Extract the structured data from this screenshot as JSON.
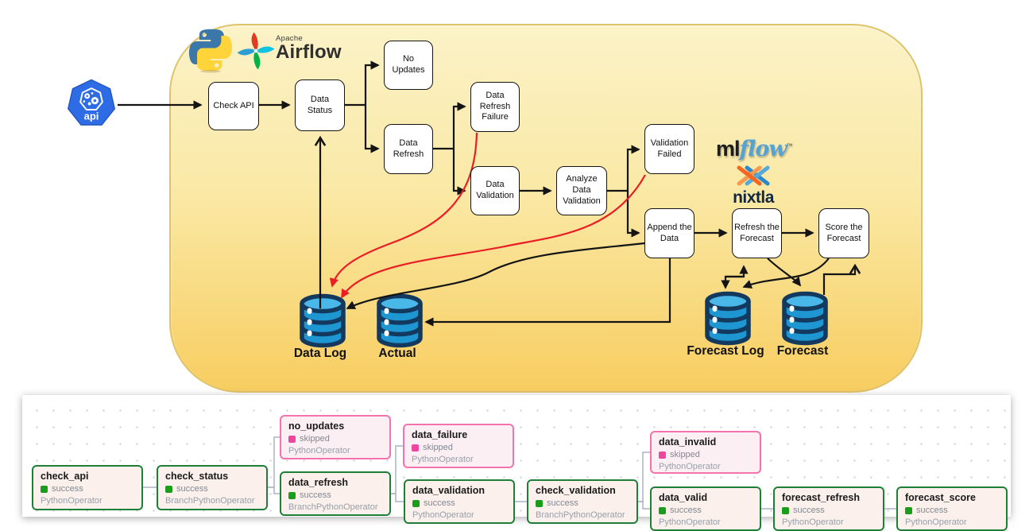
{
  "diagram": {
    "api_label": "api",
    "logos": {
      "apache": "Apache",
      "airflow": "Airflow",
      "mlflow_ml": "ml",
      "mlflow_flow": "flow",
      "mlflow_tm": "™",
      "nixtla": "nixtla"
    },
    "nodes": [
      {
        "label": "Check API"
      },
      {
        "label": "Data Status"
      },
      {
        "label": "No Updates"
      },
      {
        "label": "Data Refresh"
      },
      {
        "label": "Data Refresh Failure"
      },
      {
        "label": "Data Validation"
      },
      {
        "label": "Analyze Data Validation"
      },
      {
        "label": "Validation Failed"
      },
      {
        "label": "Append the Data"
      },
      {
        "label": "Refresh the Forecast"
      },
      {
        "label": "Score the Forecast"
      }
    ],
    "databases": [
      {
        "label": "Data Log"
      },
      {
        "label": "Actual"
      },
      {
        "label": "Forecast Log"
      },
      {
        "label": "Forecast"
      }
    ],
    "colors": {
      "panel_top": "#FBF2C7",
      "panel_bottom": "#F7CD60",
      "arrow_black": "#141414",
      "arrow_red": "#EC1C24",
      "db_blue": "#1E96D2",
      "db_outline": "#14395F"
    }
  },
  "dag": {
    "tasks": [
      {
        "name": "check_api",
        "state": "success",
        "operator": "PythonOperator"
      },
      {
        "name": "check_status",
        "state": "success",
        "operator": "BranchPythonOperator"
      },
      {
        "name": "no_updates",
        "state": "skipped",
        "operator": "PythonOperator"
      },
      {
        "name": "data_refresh",
        "state": "success",
        "operator": "BranchPythonOperator"
      },
      {
        "name": "data_failure",
        "state": "skipped",
        "operator": "PythonOperator"
      },
      {
        "name": "data_validation",
        "state": "success",
        "operator": "PythonOperator"
      },
      {
        "name": "check_validation",
        "state": "success",
        "operator": "BranchPythonOperator"
      },
      {
        "name": "data_invalid",
        "state": "skipped",
        "operator": "PythonOperator"
      },
      {
        "name": "data_valid",
        "state": "success",
        "operator": "PythonOperator"
      },
      {
        "name": "forecast_refresh",
        "state": "success",
        "operator": "PythonOperator"
      },
      {
        "name": "forecast_score",
        "state": "success",
        "operator": "PythonOperator"
      }
    ],
    "state_colors": {
      "success": "#1E8038",
      "skipped": "#F273AE"
    }
  }
}
